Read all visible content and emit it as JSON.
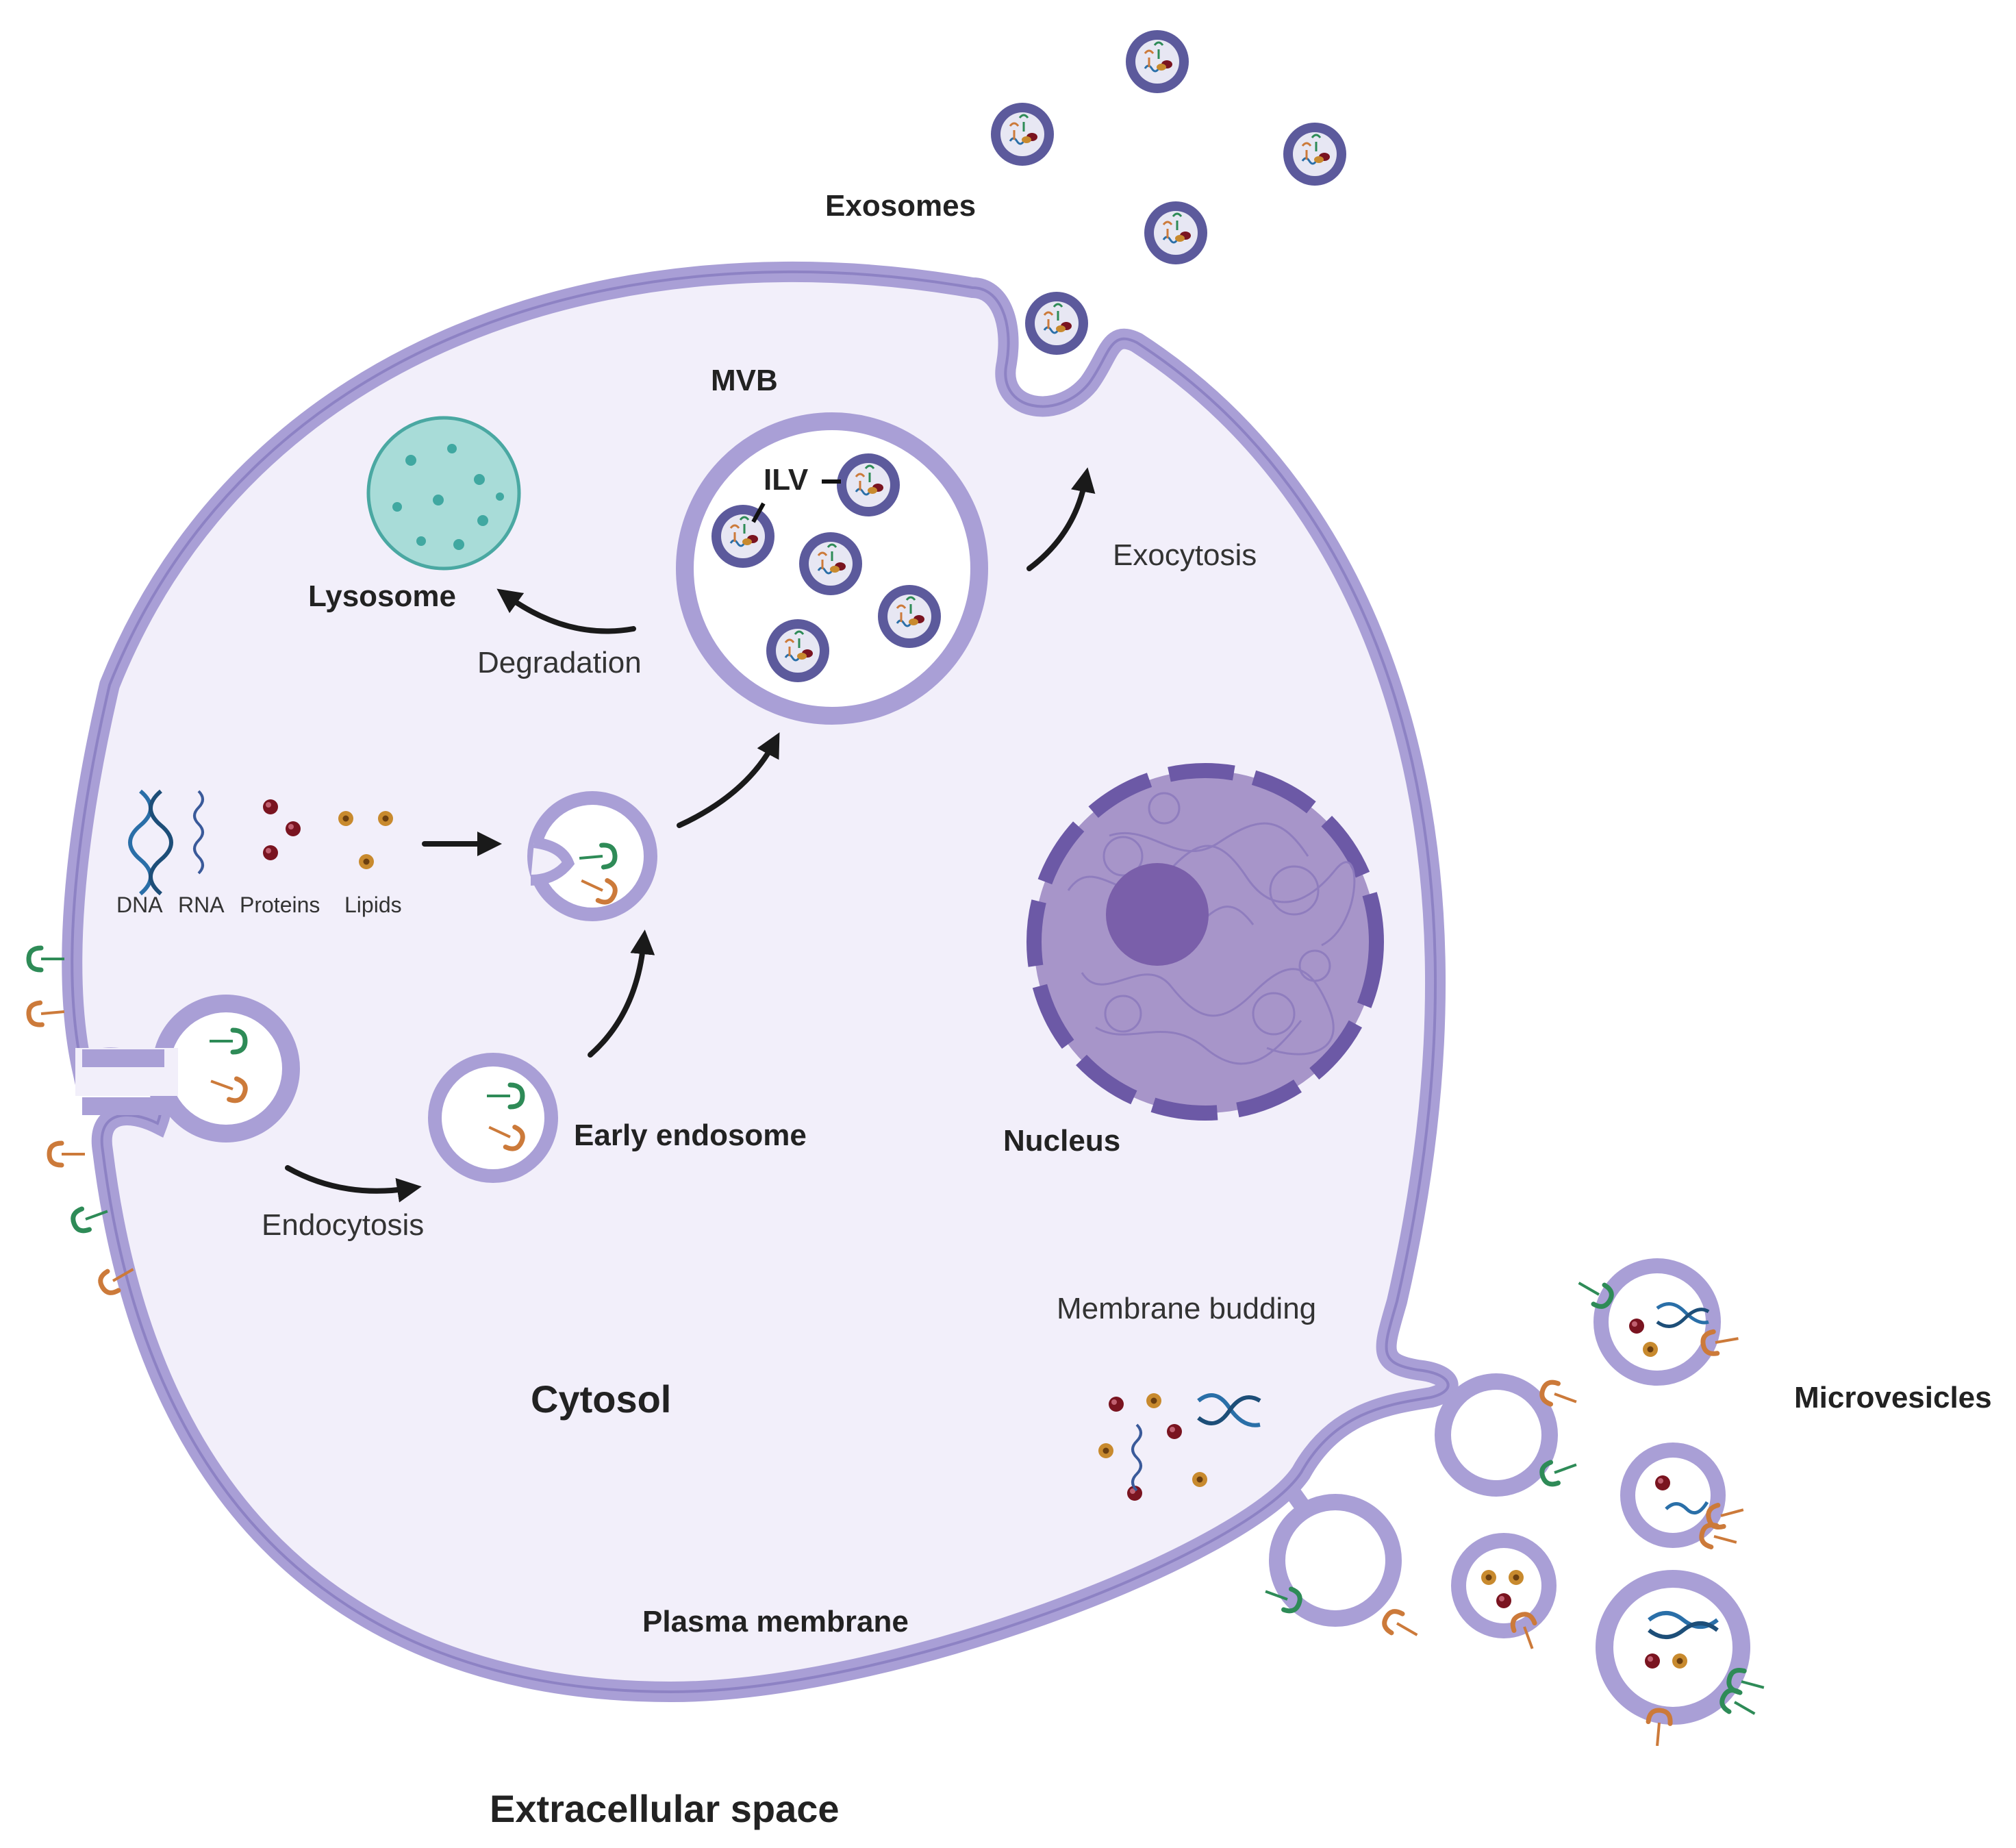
{
  "labels": {
    "exosomes": "Exosomes",
    "mvb": "MVB",
    "ilv": "ILV",
    "lysosome": "Lysosome",
    "degradation": "Degradation",
    "exocytosis": "Exocytosis",
    "dna": "DNA",
    "rna": "RNA",
    "proteins": "Proteins",
    "lipids": "Lipids",
    "early_endosome": "Early endosome",
    "nucleus": "Nucleus",
    "endocytosis": "Endocytosis",
    "membrane_budding": "Membrane budding",
    "cytosol": "Cytosol",
    "microvesicles": "Microvesicles",
    "plasma_membrane": "Plasma membrane",
    "extracellular_space": "Extracellular space"
  },
  "colors": {
    "membrane": "#a99fd6",
    "membrane_edge": "#7b6fb8",
    "cytosol": "#f2effa",
    "exosome_shell": "#5c5a9c",
    "lysosome": "#a8dcd8",
    "nucleus": "#a795c9",
    "nucleolus": "#7a5faa",
    "receptor_green": "#2e8b57",
    "receptor_orange": "#cc7a3a",
    "protein": "#7a1420",
    "lipid": "#c88a2e",
    "dna": "#2a6fa8"
  }
}
